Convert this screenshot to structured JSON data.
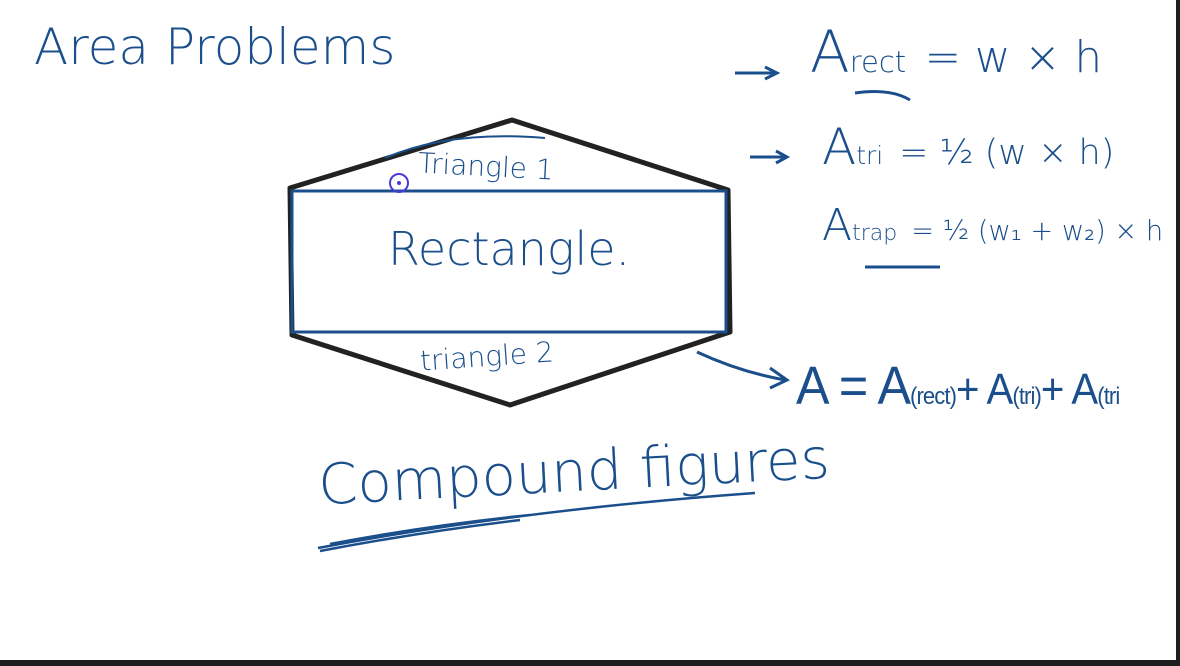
{
  "title": "Area Problems",
  "figure": {
    "triangle1": "Triangle 1",
    "rectangle": "Rectangle.",
    "triangle2": "triangle 2"
  },
  "caption": "Compound figures",
  "formulas": {
    "rect": {
      "lhs": "A",
      "sub": "rect",
      "rhs": "= w × h"
    },
    "tri": {
      "lhs": "A",
      "sub": "tri",
      "rhs": "= ½ (w × h)"
    },
    "trap": {
      "lhs": "A",
      "sub": "trap",
      "rhs": "= ½ (w₁ + w₂) × h"
    },
    "total": {
      "lhs": "A =",
      "t1": "A",
      "s1": "(rect)",
      "t2": "+ A",
      "s2": "(tri)",
      "t3": "+ A",
      "s3": "(tri"
    }
  },
  "colors": {
    "ink": "#1b4f8c",
    "outline": "#222222",
    "cursor": "#4a3ad8"
  }
}
